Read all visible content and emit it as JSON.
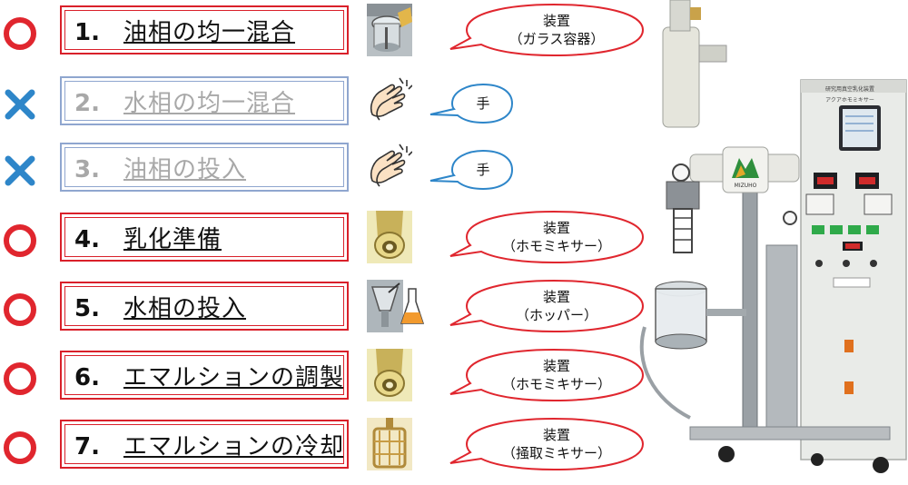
{
  "steps": [
    {
      "num": "1.",
      "label": "油相の均一混合",
      "status": "ok",
      "icon": "glass-vessel-icon",
      "callout": {
        "line1": "装置",
        "line2": "（ガラス容器）"
      }
    },
    {
      "num": "2.",
      "label": "水相の均一混合",
      "status": "ng",
      "icon": "hands-icon",
      "callout": {
        "line1": "手",
        "line2": ""
      }
    },
    {
      "num": "3.",
      "label": "油相の投入",
      "status": "ng",
      "icon": "hands-icon",
      "callout": {
        "line1": "手",
        "line2": ""
      }
    },
    {
      "num": "4.",
      "label": "乳化準備",
      "status": "ok",
      "icon": "homomixer-head-icon",
      "callout": {
        "line1": "装置",
        "line2": "（ホモミキサー）"
      }
    },
    {
      "num": "5.",
      "label": "水相の投入",
      "status": "ok",
      "icon": "hopper-flask-icon",
      "callout": {
        "line1": "装置",
        "line2": "（ホッパー）"
      }
    },
    {
      "num": "6.",
      "label": "エマルションの調製",
      "status": "ok",
      "icon": "homomixer-head-icon",
      "callout": {
        "line1": "装置",
        "line2": "（ホモミキサー）"
      }
    },
    {
      "num": "7.",
      "label": "エマルションの冷却",
      "status": "ok",
      "icon": "scraper-mixer-icon",
      "callout": {
        "line1": "装置",
        "line2": "（掻取ミキサー）"
      }
    }
  ],
  "machine": {
    "brand": "MIZUHO",
    "panel_title": "研究用真空乳化装置",
    "panel_subtitle": "アクアホモミキサー"
  },
  "colors": {
    "ok": "#e0262e",
    "ng": "#2e86c9",
    "ok_border": "#d9202a",
    "ng_border": "#8fa6cf"
  }
}
